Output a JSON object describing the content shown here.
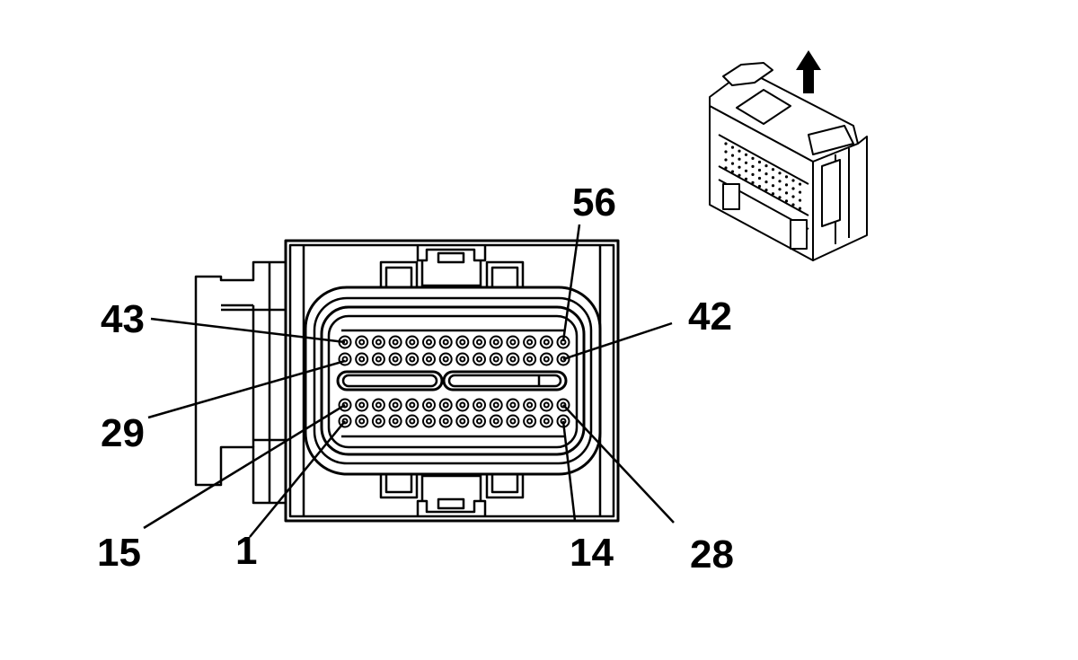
{
  "pin_labels": {
    "p56": "56",
    "p43": "43",
    "p42": "42",
    "p29": "29",
    "p15": "15",
    "p1": "1",
    "p14": "14",
    "p28": "28"
  },
  "pins_per_row": 14,
  "colors": {
    "line": "#000000",
    "fill": "#ffffff"
  },
  "icons": {
    "direction": "arrow-up-icon",
    "iso_view": "connector-isometric-icon"
  }
}
